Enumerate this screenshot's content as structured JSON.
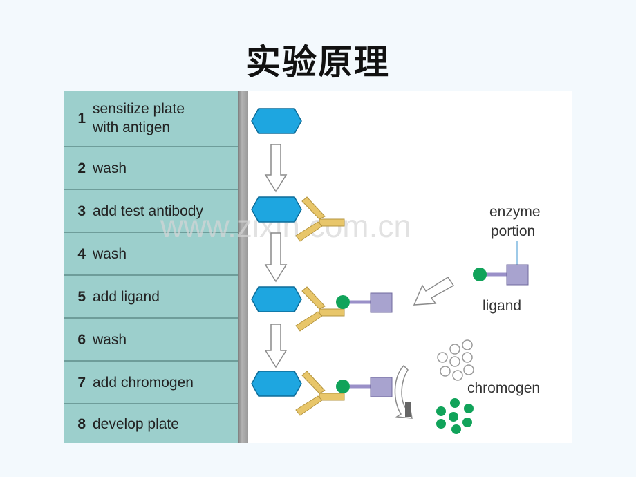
{
  "title": "实验原理",
  "steps": [
    {
      "number": "1",
      "line1": "sensitize plate",
      "line2": "with antigen"
    },
    {
      "number": "2",
      "line1": "wash",
      "line2": ""
    },
    {
      "number": "3",
      "line1": "add test antibody",
      "line2": ""
    },
    {
      "number": "4",
      "line1": "wash",
      "line2": ""
    },
    {
      "number": "5",
      "line1": "add ligand",
      "line2": ""
    },
    {
      "number": "6",
      "line1": "wash",
      "line2": ""
    },
    {
      "number": "7",
      "line1": "add chromogen",
      "line2": ""
    },
    {
      "number": "8",
      "line1": "develop plate",
      "line2": ""
    }
  ],
  "labels": {
    "enzyme_line1": "enzyme",
    "enzyme_line2": "portion",
    "ligand": "ligand",
    "chromogen": "chromogen"
  },
  "watermark": "www.zixin.com.cn",
  "colors": {
    "antigen": "#1ea6e0",
    "antibody": "#e8c66a",
    "ligand_green": "#11a35a",
    "enzyme": "#a8a3cf",
    "panel": "#9ccfcc",
    "chromogen_developed": "#11a35a"
  }
}
